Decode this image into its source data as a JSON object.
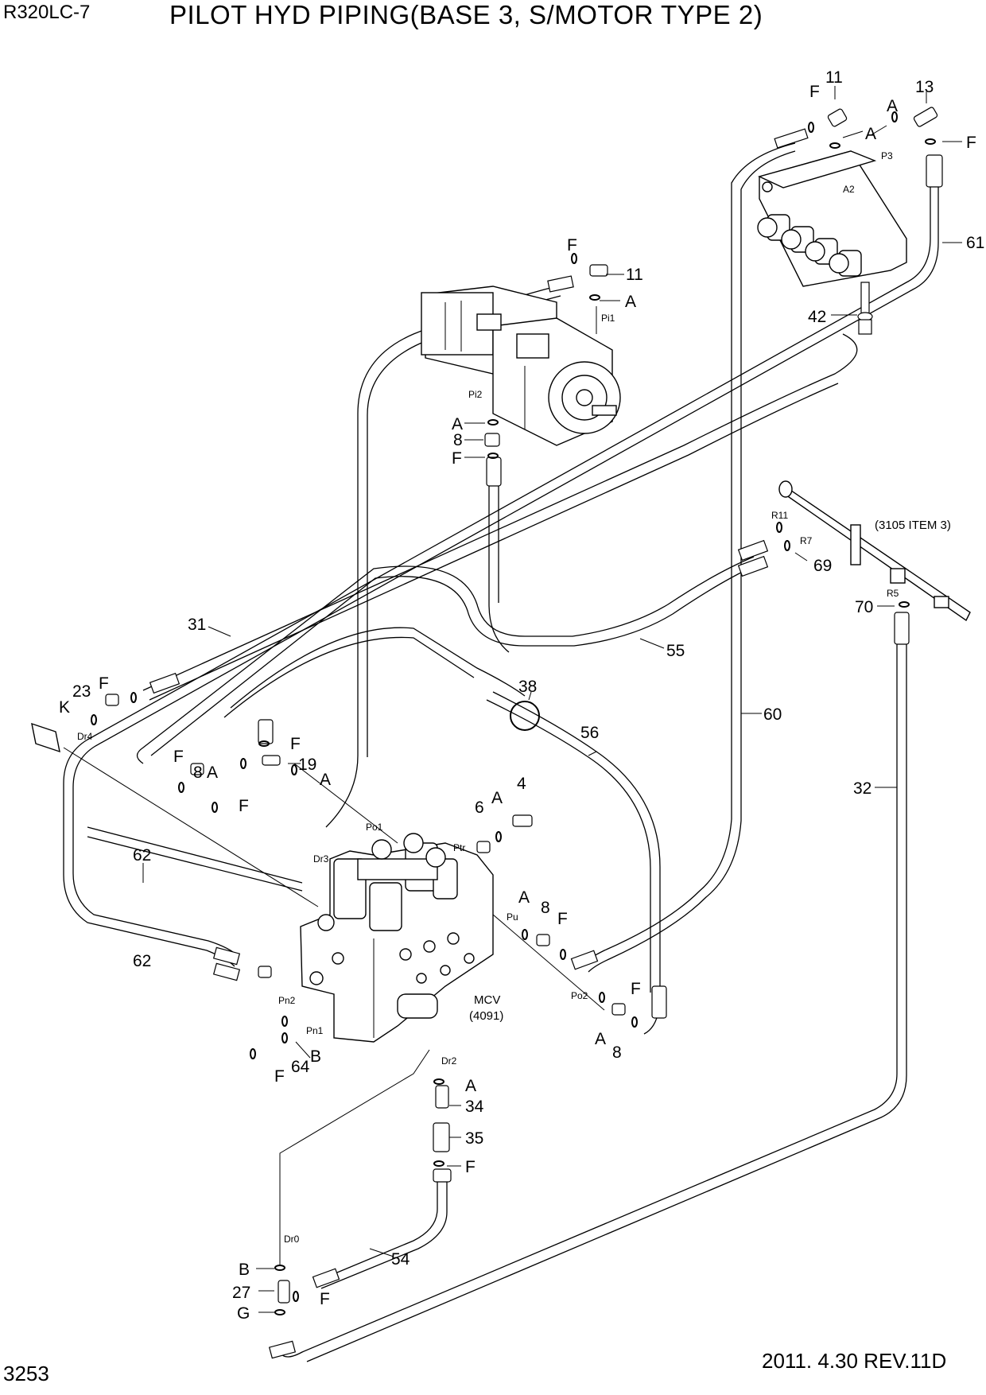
{
  "header": {
    "model": "R320LC-7",
    "title": "PILOT HYD PIPING(BASE 3, S/MOTOR TYPE 2)"
  },
  "footer": {
    "page_number": "3253",
    "revision": "2011. 4.30  REV.11D"
  },
  "callouts": {
    "c11a": "11",
    "c13": "13",
    "c61": "61",
    "c42": "42",
    "c11b": "11",
    "c8a": "8",
    "c31": "31",
    "c55": "55",
    "c23": "23",
    "c38": "38",
    "c60": "60",
    "c56": "56",
    "c19": "19",
    "c8b": "8",
    "c4": "4",
    "c6": "6",
    "c32": "32",
    "c62a": "62",
    "c62b": "62",
    "c8c": "8",
    "c8d": "8",
    "c64": "64",
    "c34": "34",
    "c35": "35",
    "c54": "54",
    "c27": "27",
    "c69": "69",
    "c70": "70"
  },
  "letters": {
    "F": "F",
    "A": "A",
    "B": "B",
    "G": "G",
    "K": "K"
  },
  "ports": {
    "pi1": "Pi1",
    "pi2": "Pi2",
    "p3": "P3",
    "a2": "A2",
    "dr4": "Dr4",
    "dr3": "Dr3",
    "po1": "Po1",
    "ptr": "Ptr",
    "pu": "Pu",
    "po2": "Po2",
    "pn2": "Pn2",
    "pn1": "Pn1",
    "dr2": "Dr2",
    "dr0": "Dr0",
    "r11": "R11",
    "r7": "R7",
    "r5": "R5"
  },
  "notes": {
    "item": "(3105 ITEM 3)",
    "mcv": "MCV",
    "mcv_no": "(4091)"
  }
}
